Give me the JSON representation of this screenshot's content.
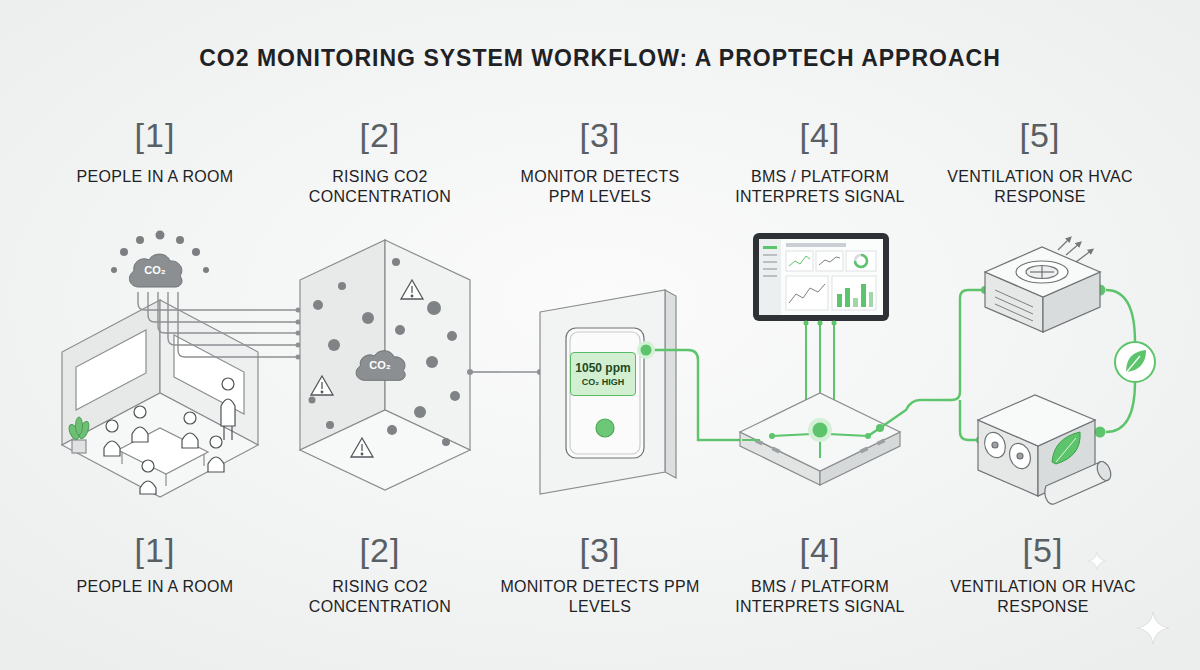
{
  "diagram": {
    "title": "CO2 MONITORING SYSTEM WORKFLOW: A PROPTECH APPROACH",
    "nodes": [
      {
        "text": [
          "[1]",
          "PEOPLE IN A ROOM"
        ]
      },
      {
        "text": [
          "CO₂"
        ],
        "in": 0
      },
      {
        "text": [
          "[2]",
          "RISING CO2 CONCENTRATION"
        ]
      },
      {
        "text": [
          "CO₂"
        ],
        "in": 2
      },
      {
        "text": [
          "[3]",
          "MONITOR DETECTS PPM LEVELS"
        ]
      },
      {
        "text": [
          "1050 ppm",
          "CO₂ HIGH"
        ],
        "in": 4
      },
      {
        "text": [
          "[4]",
          "BMS / PLATFORM INTERPRETS SIGNAL"
        ]
      },
      {
        "text": [
          "[5]",
          "VENTILATION OR HVAC RESPONSE"
        ]
      }
    ],
    "edges": [
      {
        "from": 0,
        "to": 2,
        "arrow": "none"
      },
      {
        "from": 2,
        "to": 4,
        "arrow": "none"
      },
      {
        "from": 4,
        "to": 6,
        "arrow": "none"
      },
      {
        "from": 6,
        "to": 7,
        "arrow": "none"
      }
    ],
    "labels": [
      "[1]",
      "PEOPLE IN A ROOM",
      "[2]",
      "RISING CO2 CONCENTRATION",
      "[3]",
      "MONITOR DETECTS PPM LEVELS",
      "[4]",
      "BMS / PLATFORM INTERPRETS SIGNAL",
      "[5]",
      "VENTILATION OR HVAC RESPONSE"
    ]
  }
}
